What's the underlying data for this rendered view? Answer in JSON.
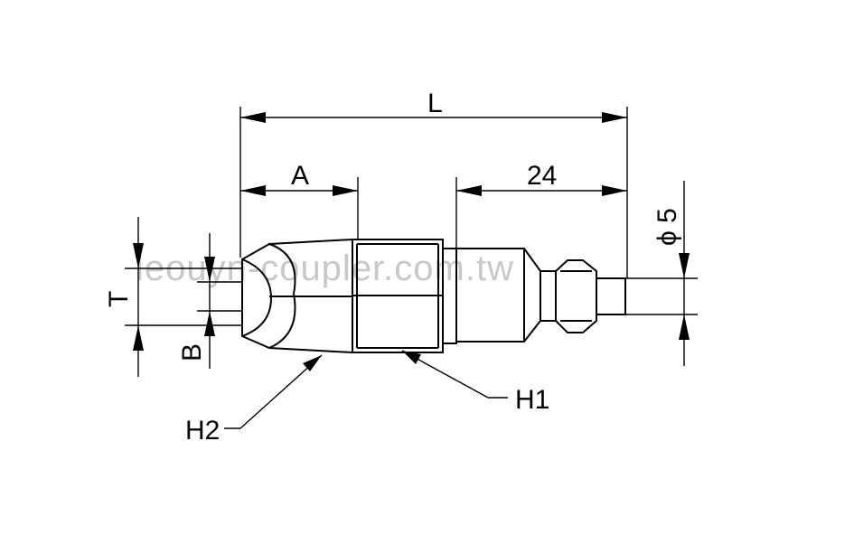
{
  "dimensions": {
    "overall_length": "L",
    "front_length": "A",
    "plug_length": "24",
    "tube_diameter": "ϕ 5",
    "thread_size": "T",
    "bore": "B",
    "hex_1": "H1",
    "hex_2": "H2"
  },
  "watermark": "leouyn-coupler.com.tw",
  "colors": {
    "line": "#000000",
    "watermark": "#c8c8c8",
    "background": "#ffffff"
  }
}
